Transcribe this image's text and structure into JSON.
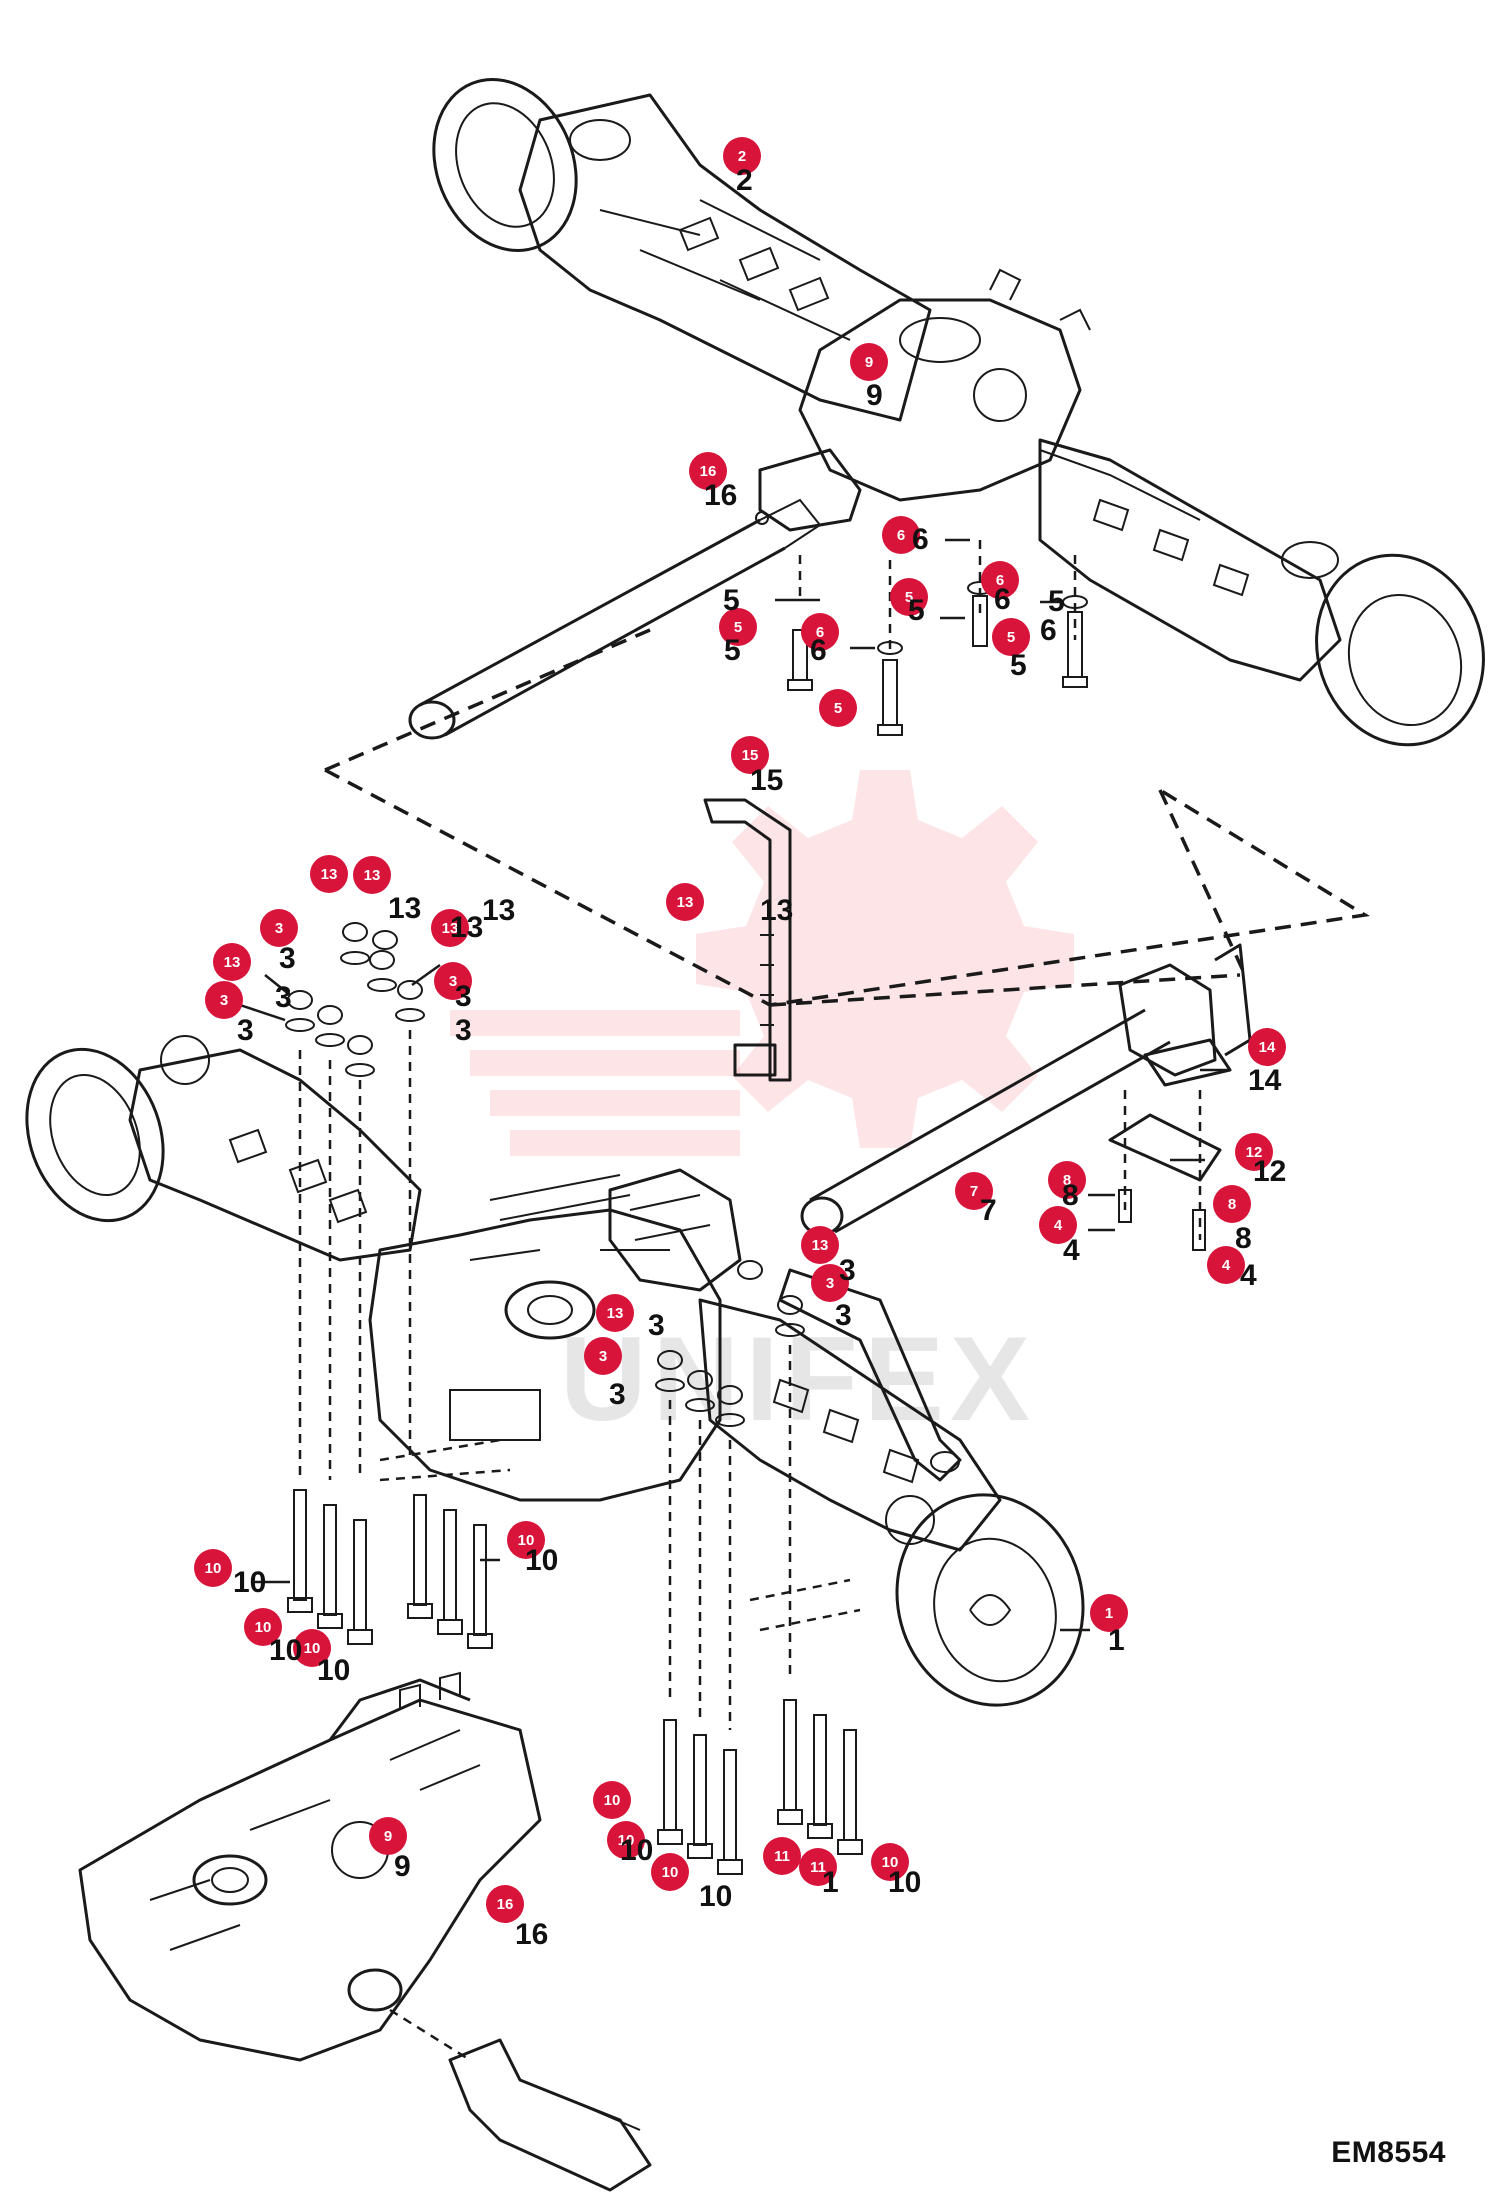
{
  "watermark": "UNIFEX",
  "drawing_code": "EM8554",
  "callouts": [
    {
      "label": "2"
    },
    {
      "label": "9"
    },
    {
      "label": "16"
    },
    {
      "label": "6"
    },
    {
      "label": "5"
    },
    {
      "label": "6"
    },
    {
      "label": "5"
    },
    {
      "label": "6"
    },
    {
      "label": "5"
    },
    {
      "label": "5"
    },
    {
      "label": "15"
    },
    {
      "label": "13"
    },
    {
      "label": "13"
    },
    {
      "label": "13"
    },
    {
      "label": "3"
    },
    {
      "label": "13"
    },
    {
      "label": "13"
    },
    {
      "label": "3"
    },
    {
      "label": "3"
    },
    {
      "label": "14"
    },
    {
      "label": "12"
    },
    {
      "label": "8"
    },
    {
      "label": "8"
    },
    {
      "label": "7"
    },
    {
      "label": "4"
    },
    {
      "label": "4"
    },
    {
      "label": "13"
    },
    {
      "label": "3"
    },
    {
      "label": "13"
    },
    {
      "label": "3"
    },
    {
      "label": "1"
    },
    {
      "label": "10"
    },
    {
      "label": "10"
    },
    {
      "label": "10"
    },
    {
      "label": "10"
    },
    {
      "label": "10"
    },
    {
      "label": "10"
    },
    {
      "label": "10"
    },
    {
      "label": "11"
    },
    {
      "label": "11"
    },
    {
      "label": "10"
    },
    {
      "label": "9"
    },
    {
      "label": "16"
    }
  ],
  "part_numbers": [
    {
      "text": "2"
    },
    {
      "text": "9"
    },
    {
      "text": "16"
    },
    {
      "text": "6"
    },
    {
      "text": "5"
    },
    {
      "text": "6"
    },
    {
      "text": "5"
    },
    {
      "text": "6"
    },
    {
      "text": "5"
    },
    {
      "text": "6"
    },
    {
      "text": "5"
    },
    {
      "text": "5"
    },
    {
      "text": "15"
    },
    {
      "text": "13"
    },
    {
      "text": "13"
    },
    {
      "text": "13"
    },
    {
      "text": "3"
    },
    {
      "text": "3"
    },
    {
      "text": "3"
    },
    {
      "text": "13"
    },
    {
      "text": "3"
    },
    {
      "text": "3"
    },
    {
      "text": "14"
    },
    {
      "text": "12"
    },
    {
      "text": "8"
    },
    {
      "text": "4"
    },
    {
      "text": "8"
    },
    {
      "text": "4"
    },
    {
      "text": "7"
    },
    {
      "text": "3"
    },
    {
      "text": "3"
    },
    {
      "text": "3"
    },
    {
      "text": "3"
    },
    {
      "text": "1"
    },
    {
      "text": "10"
    },
    {
      "text": "10"
    },
    {
      "text": "10"
    },
    {
      "text": "10"
    },
    {
      "text": "10"
    },
    {
      "text": "10"
    },
    {
      "text": "1"
    },
    {
      "text": "10"
    },
    {
      "text": "9"
    },
    {
      "text": "16"
    }
  ]
}
